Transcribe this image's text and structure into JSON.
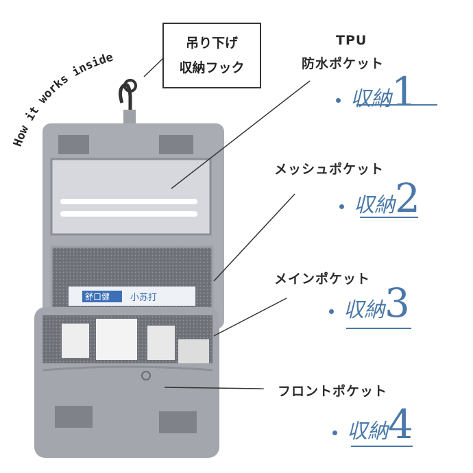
{
  "curved_title": "How it works inside",
  "hook_label": {
    "line1": "吊り下げ",
    "line2": "収納フック"
  },
  "pockets": [
    {
      "name_line1": "TPU",
      "name_line2": "防水ポケット",
      "storage": "収納",
      "number": "1"
    },
    {
      "name_line1": "メッシュポケット",
      "storage": "収納",
      "number": "2"
    },
    {
      "name_line1": "メインポケット",
      "storage": "収納",
      "number": "3"
    },
    {
      "name_line1": "フロントポケット",
      "storage": "収納",
      "number": "4"
    }
  ],
  "toothpaste": {
    "brand": "舒口健",
    "variant": "小苏打"
  },
  "colors": {
    "accent": "#4a78a8",
    "bag": "#a9acb3"
  }
}
